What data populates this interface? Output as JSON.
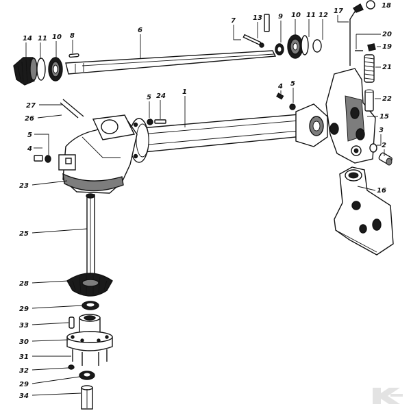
{
  "labels": {
    "p1": "1",
    "p2": "2",
    "p3": "3",
    "p4a": "4",
    "p4b": "4",
    "p5a": "5",
    "p5b": "5",
    "p5c": "5",
    "p6": "6",
    "p7": "7",
    "p8": "8",
    "p9": "9",
    "p10a": "10",
    "p10b": "10",
    "p11a": "11",
    "p11b": "11",
    "p12": "12",
    "p13": "13",
    "p14": "14",
    "p15": "15",
    "p16": "16",
    "p17": "17",
    "p18": "18",
    "p19": "19",
    "p20": "20",
    "p21": "21",
    "p22": "22",
    "p23": "23",
    "p24": "24",
    "p25": "25",
    "p26": "26",
    "p27": "27",
    "p28": "28",
    "p29a": "29",
    "p29b": "29",
    "p30": "30",
    "p31": "31",
    "p32": "32",
    "p33": "33",
    "p34": "34"
  },
  "colors": {
    "ink": "#111111",
    "metal": "#7d7d7d",
    "highlight": "#d9d9d9",
    "watermark": "#e3e3e3"
  }
}
